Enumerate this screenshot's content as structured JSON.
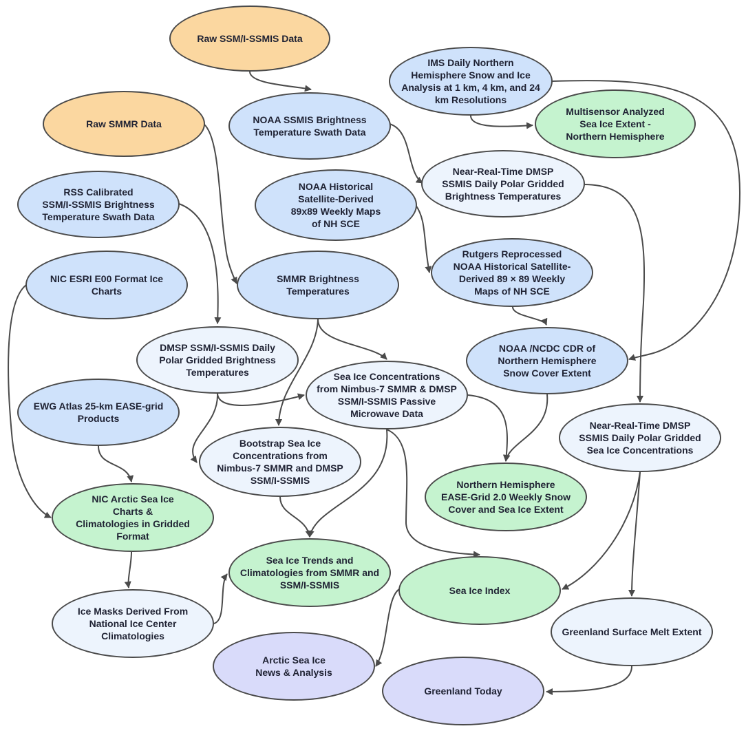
{
  "colors": {
    "raw": "#fbd7a0",
    "source": "#cfe2fb",
    "intermediate": "#edf4fd",
    "product": "#c5f3cf",
    "analysis": "#d9dbfa",
    "edge": "#4a4a4a"
  },
  "nodes": [
    {
      "id": "raw_ssmi",
      "text": "Raw SSM/I-SSMIS  Data"
    },
    {
      "id": "ims",
      "text": "IMS Daily Northern\nHemisphere Snow and Ice\nAnalysis at 1 km, 4 km, and 24\nkm Resolutions"
    },
    {
      "id": "raw_smmr",
      "text": "Raw SMMR  Data"
    },
    {
      "id": "noaa_ssmis",
      "text": "NOAA SSMIS Brightness\nTemperature Swath Data"
    },
    {
      "id": "masie",
      "text": "Multisensor Analyzed\nSea Ice Extent -\nNorthern Hemisphere"
    },
    {
      "id": "rss",
      "text": "RSS Calibrated\nSSM/I-SSMIS Brightness\nTemperature Swath Data"
    },
    {
      "id": "noaa_hist",
      "text": "NOAA Historical\nSatellite-Derived\n89x89 Weekly Maps\nof NH SCE"
    },
    {
      "id": "nrt_tb",
      "text": "Near-Real-Time DMSP\nSSMIS Daily Polar Gridded\nBrightness Temperatures"
    },
    {
      "id": "nic_e00",
      "text": "NIC ESRI E00 Format Ice\nCharts"
    },
    {
      "id": "smmr_tb",
      "text": "SMMR  Brightness\nTemperatures"
    },
    {
      "id": "rutgers",
      "text": "Rutgers Reprocessed\nNOAA Historical Satellite-\nDerived 89 × 89 Weekly\nMaps of NH SCE"
    },
    {
      "id": "dmsp_tb",
      "text": "DMSP SSM/I-SSMIS Daily\nPolar Gridded Brightness\nTemperatures"
    },
    {
      "id": "cdr",
      "text": "NOAA /NCDC CDR of\nNorthern Hemisphere\nSnow Cover Extent"
    },
    {
      "id": "nasateam",
      "text": "Sea Ice Concentrations\nfrom Nimbus-7 SMMR & DMSP\nSSM/I-SSMIS Passive\nMicrowave Data"
    },
    {
      "id": "ewg",
      "text": "EWG Atlas 25-km EASE-grid\nProducts"
    },
    {
      "id": "nrt_conc",
      "text": "Near-Real-Time DMSP\nSSMIS Daily Polar Gridded\nSea Ice Concentrations"
    },
    {
      "id": "bootstrap",
      "text": "Bootstrap Sea Ice\nConcentrations from\nNimbus-7 SMMR and DMSP\nSSM/I-SSMIS"
    },
    {
      "id": "nic_arctic",
      "text": "NIC Arctic Sea Ice\nCharts &\nClimatologies in Gridded\nFormat"
    },
    {
      "id": "ease",
      "text": "Northern Hemisphere\nEASE-Grid 2.0 Weekly Snow\nCover and Sea Ice Extent"
    },
    {
      "id": "trends",
      "text": "Sea Ice Trends and\nClimatologies from SMMR and\nSSM/I-SSMIS"
    },
    {
      "id": "sii",
      "text": "Sea Ice Index"
    },
    {
      "id": "icemasks",
      "text": "Ice Masks Derived From\nNational Ice Center\nClimatologies"
    },
    {
      "id": "melt",
      "text": "Greenland Surface Melt Extent"
    },
    {
      "id": "asina",
      "text": "Arctic Sea Ice\nNews & Analysis"
    },
    {
      "id": "greenland_today",
      "text": "Greenland Today"
    }
  ],
  "edges": [
    {
      "from": "raw_ssmi",
      "to": "noaa_ssmis"
    },
    {
      "from": "raw_smmr",
      "to": "smmr_tb"
    },
    {
      "from": "noaa_ssmis",
      "to": "nrt_tb"
    },
    {
      "from": "ims",
      "to": "masie"
    },
    {
      "from": "ims",
      "to": "cdr"
    },
    {
      "from": "rss",
      "to": "dmsp_tb"
    },
    {
      "from": "noaa_hist",
      "to": "rutgers"
    },
    {
      "from": "nrt_tb",
      "to": "nrt_conc"
    },
    {
      "from": "rutgers",
      "to": "cdr"
    },
    {
      "from": "smmr_tb",
      "to": "nasateam"
    },
    {
      "from": "smmr_tb",
      "to": "bootstrap"
    },
    {
      "from": "dmsp_tb",
      "to": "nasateam"
    },
    {
      "from": "dmsp_tb",
      "to": "bootstrap"
    },
    {
      "from": "nic_e00",
      "to": "nic_arctic"
    },
    {
      "from": "cdr",
      "to": "ease"
    },
    {
      "from": "nasateam",
      "to": "ease"
    },
    {
      "from": "nasateam",
      "to": "trends"
    },
    {
      "from": "nasateam",
      "to": "sii"
    },
    {
      "from": "ewg",
      "to": "nic_arctic"
    },
    {
      "from": "bootstrap",
      "to": "trends"
    },
    {
      "from": "nic_arctic",
      "to": "icemasks"
    },
    {
      "from": "icemasks",
      "to": "trends"
    },
    {
      "from": "nrt_conc",
      "to": "sii"
    },
    {
      "from": "nrt_conc",
      "to": "melt"
    },
    {
      "from": "sii",
      "to": "asina"
    },
    {
      "from": "melt",
      "to": "greenland_today"
    }
  ]
}
